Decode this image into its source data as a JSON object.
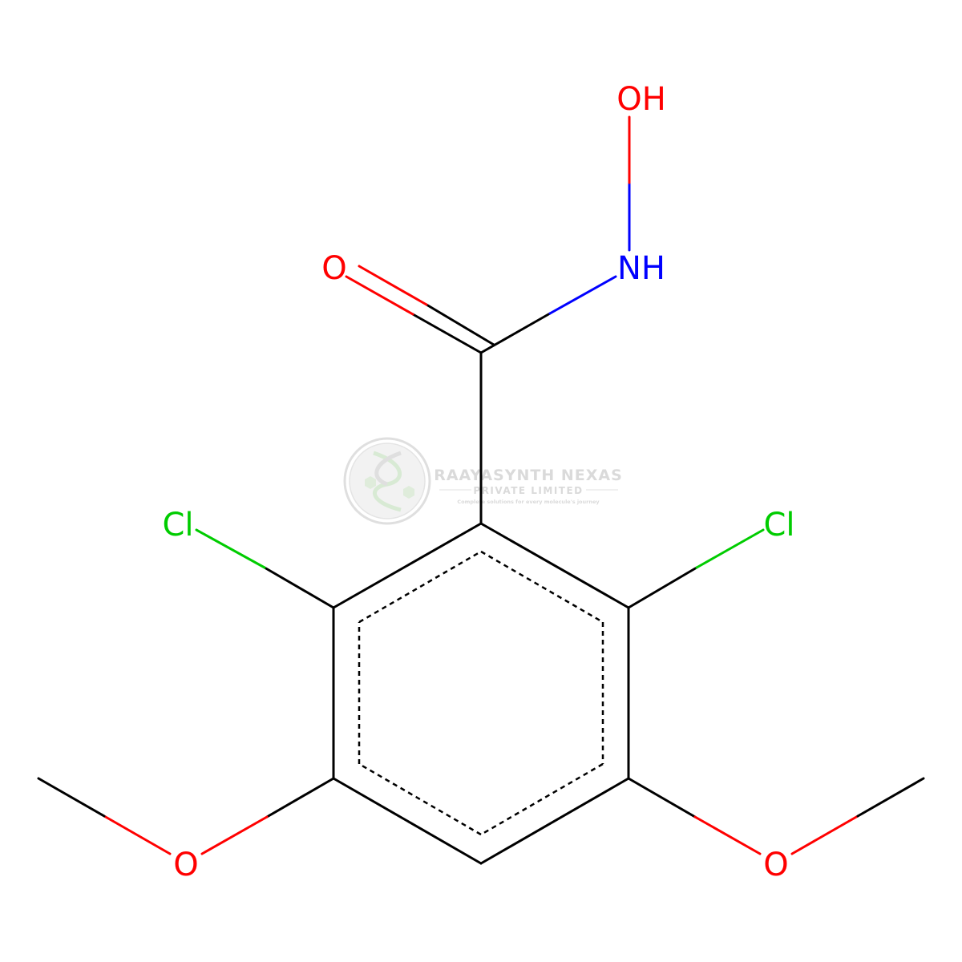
{
  "molecule": {
    "atoms": {
      "hydroxyl": "OH",
      "amine": "NH",
      "carbonyl_oxygen": "O",
      "chlorine_left": "Cl",
      "chlorine_right": "Cl",
      "methoxy_oxygen_left": "O",
      "methoxy_oxygen_right": "O"
    }
  },
  "watermark": {
    "title": "RAAYASYNTH NEXAS",
    "subtitle": "PRIVATE LIMITED",
    "tagline": "Complete solutions for every molecule's journey"
  },
  "colors": {
    "bond": "#000000",
    "oxygen": "#ff0000",
    "nitrogen": "#0000ff",
    "chlorine": "#00cc00",
    "watermark": "#d9d9d9"
  }
}
